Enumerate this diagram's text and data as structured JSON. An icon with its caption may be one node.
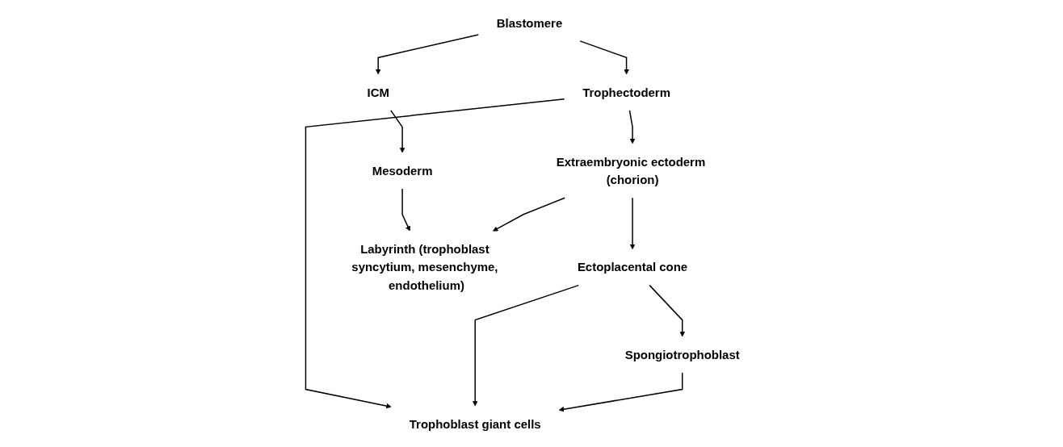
{
  "diagram": {
    "nodes": [
      {
        "text": [
          "Blastomere"
        ]
      },
      {
        "text": [
          "ICM"
        ]
      },
      {
        "text": [
          "Trophectoderm"
        ]
      },
      {
        "text": [
          "Mesoderm"
        ]
      },
      {
        "text": [
          "Extraembryonic ectoderm (chorion)"
        ]
      },
      {
        "text": [
          "Ectoplacental cone"
        ]
      },
      {
        "text": [
          "Trophoblast giant cells"
        ]
      },
      {
        "text": [
          "Labyrinth (trophoblast syncytium, mesenchyme, endothelium)"
        ]
      },
      {
        "text": [
          "Spongiotrophoblast"
        ]
      }
    ],
    "edges": [
      {
        "from": 0,
        "to": 1,
        "arrow": "to"
      },
      {
        "from": 0,
        "to": 2,
        "arrow": "to"
      },
      {
        "from": 1,
        "to": 3,
        "arrow": "to"
      },
      {
        "from": 2,
        "to": 4,
        "arrow": "to"
      },
      {
        "from": 2,
        "to": 6,
        "arrow": "to"
      },
      {
        "from": 4,
        "to": 5,
        "arrow": "to"
      },
      {
        "from": 5,
        "to": 6,
        "arrow": "to"
      },
      {
        "from": 3,
        "to": 7,
        "arrow": "to"
      },
      {
        "from": 4,
        "to": 7,
        "arrow": "to"
      },
      {
        "from": 5,
        "to": 8,
        "arrow": "to"
      },
      {
        "from": 8,
        "to": 6,
        "arrow": "to"
      }
    ]
  }
}
